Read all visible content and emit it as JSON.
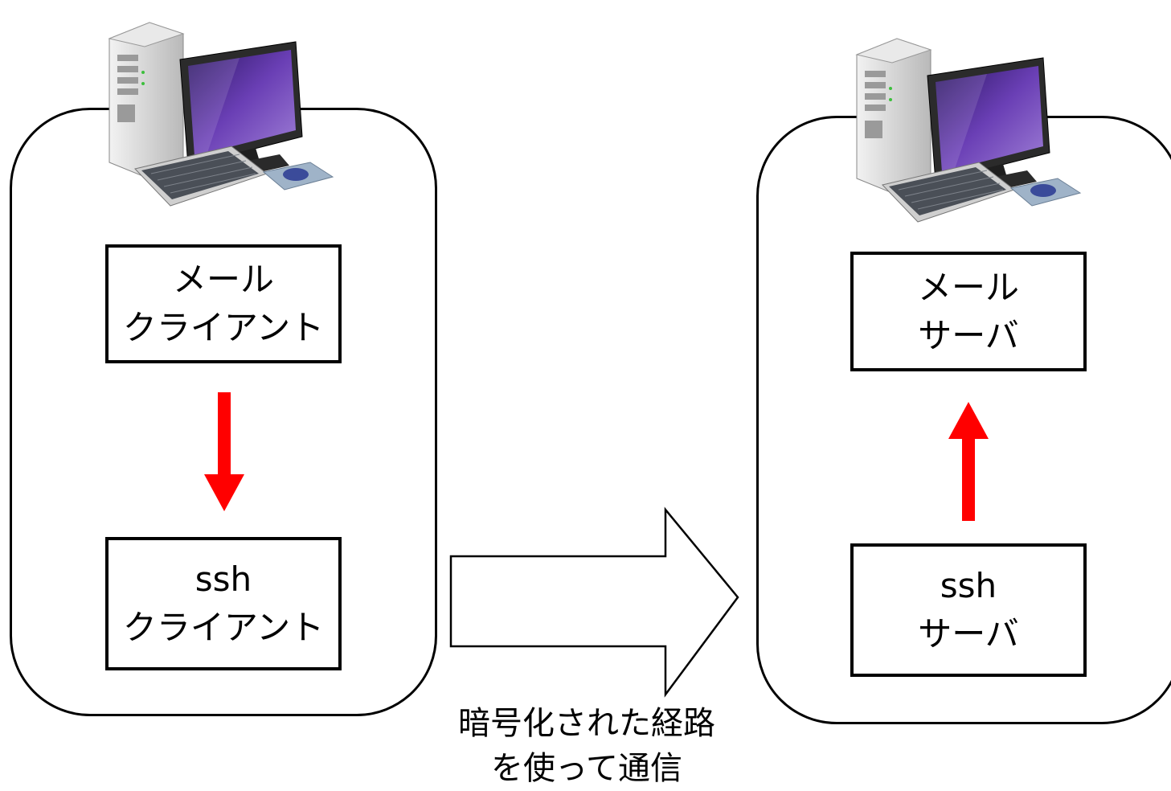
{
  "client": {
    "mail_box": {
      "line1": "メール",
      "line2": "クライアント"
    },
    "ssh_box": {
      "line1": "ssh",
      "line2": "クライアント"
    }
  },
  "server": {
    "mail_box": {
      "line1": "メール",
      "line2": "サーバ"
    },
    "ssh_box": {
      "line1": "ssh",
      "line2": "サーバ"
    }
  },
  "tunnel_caption": {
    "line1": "暗号化された経路",
    "line2": "を使って通信"
  },
  "colors": {
    "flow_arrow": "#ff0000",
    "outline": "#000000",
    "monitor_screen": "#5b2d9e"
  },
  "icons": {
    "client_machine": "desktop-computer-icon",
    "server_machine": "desktop-computer-icon"
  }
}
